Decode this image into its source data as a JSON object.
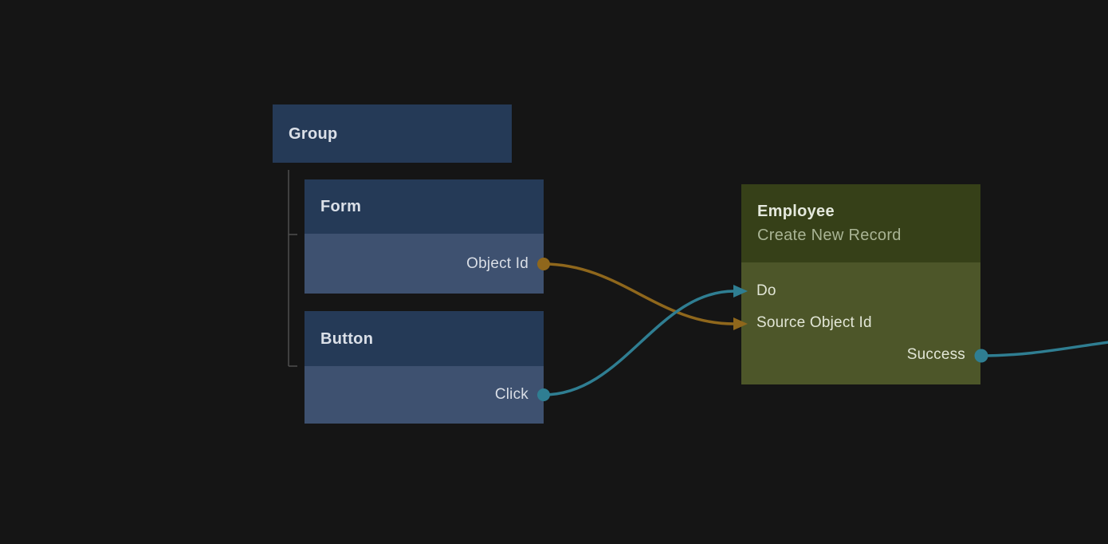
{
  "colors": {
    "canvas-bg": "#151515",
    "blue-header": "#253a57",
    "blue-body": "#3e5170",
    "olive-header": "#364018",
    "olive-body": "#4d5629",
    "gold": "#8f671c",
    "teal": "#2f7e92",
    "tree-line": "#4f4f4f",
    "title-text": "#dbe0e8",
    "port-text": "#d9dee6",
    "olive-title-text": "#e4e8dc",
    "olive-subtitle-text": "#a9b494",
    "olive-port-text": "#e2e6d6"
  },
  "nodes": {
    "group": {
      "title": "Group"
    },
    "form": {
      "title": "Form",
      "output_port": {
        "label": "Object Id"
      }
    },
    "button": {
      "title": "Button",
      "output_port": {
        "label": "Click"
      }
    },
    "employee": {
      "title": "Employee",
      "subtitle": "Create New Record",
      "input_ports": [
        {
          "label": "Do"
        },
        {
          "label": "Source Object Id"
        }
      ],
      "output_ports": [
        {
          "label": "Success"
        }
      ]
    }
  },
  "edges": [
    {
      "from": "Form.Object Id",
      "to": "Employee.Source Object Id",
      "color": "gold"
    },
    {
      "from": "Button.Click",
      "to": "Employee.Do",
      "color": "teal"
    },
    {
      "from": "Employee.Success",
      "to": "offscreen-right",
      "color": "teal"
    }
  ],
  "hierarchy": {
    "parent": "Group",
    "children": [
      "Form",
      "Button"
    ]
  }
}
